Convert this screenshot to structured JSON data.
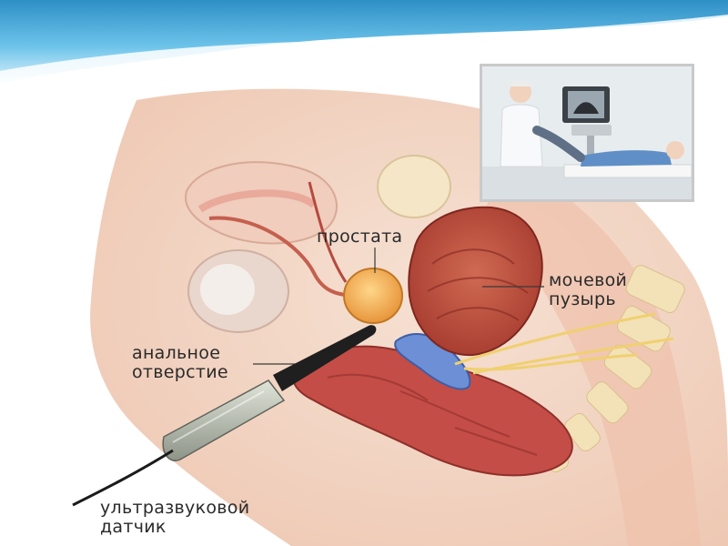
{
  "labels": {
    "prostate": "простата",
    "bladder_line1": "мочевой",
    "bladder_line2": "пузырь",
    "anus_line1": "анальное",
    "anus_line2": "отверстие",
    "probe_line1": "ультразвуковой",
    "probe_line2": "датчик"
  },
  "colors": {
    "header_blue": "#3aa3d6",
    "header_light": "#bfe6f7",
    "skin": "#f2d6c4",
    "tissue": "#e7a08f",
    "bladder": "#b6483a",
    "prostate": "#f5b35a",
    "rectum": "#c44d47",
    "probe": "#2a2a2a"
  },
  "icons": {
    "inset": "ultrasound-exam-scene",
    "probe": "ultrasound-probe"
  }
}
